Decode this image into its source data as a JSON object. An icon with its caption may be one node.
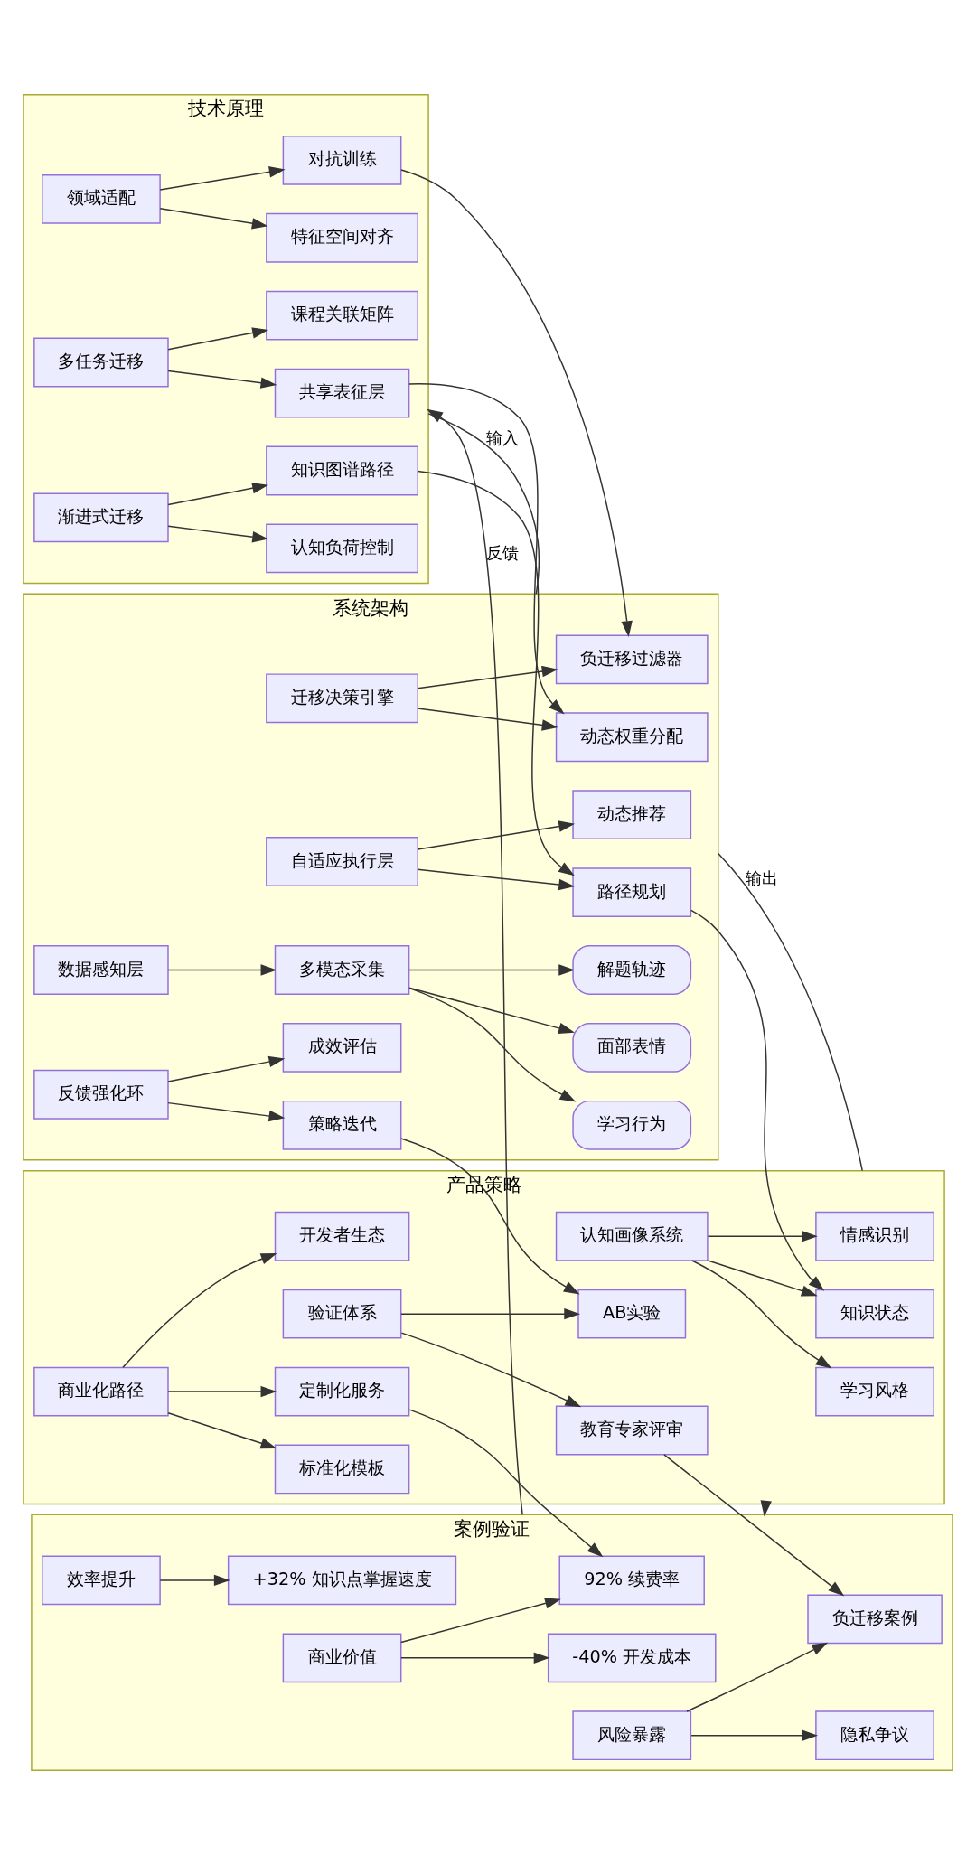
{
  "diagram": {
    "nodes": [
      {
        "text": [
          "技术原理"
        ]
      },
      {
        "text": [
          "多任务迁移"
        ],
        "in": 0
      },
      {
        "text": [
          "领域适配"
        ],
        "in": 0
      },
      {
        "text": [
          "渐进式迁移"
        ],
        "in": 0
      },
      {
        "text": [
          "特征空间对齐"
        ],
        "in": 0
      },
      {
        "text": [
          "共享表征层"
        ],
        "in": 0
      },
      {
        "text": [
          "课程关联矩阵"
        ],
        "in": 0
      },
      {
        "text": [
          "对抗训练"
        ],
        "in": 0
      },
      {
        "text": [
          "认知负荷控制"
        ],
        "in": 0
      },
      {
        "text": [
          "知识图谱路径"
        ],
        "in": 0
      },
      {
        "text": [
          "案例验证"
        ]
      },
      {
        "text": [
          "效率提升"
        ],
        "in": 10
      },
      {
        "text": [
          "商业价值"
        ],
        "in": 10
      },
      {
        "text": [
          "风险暴露"
        ],
        "in": 10
      },
      {
        "text": [
          "+32% 知识点掌握速度"
        ],
        "in": 10
      },
      {
        "text": [
          "-40% 开发成本"
        ],
        "in": 10
      },
      {
        "text": [
          "92% 续费率"
        ],
        "in": 10
      },
      {
        "text": [
          "负迁移案例"
        ],
        "in": 10
      },
      {
        "text": [
          "隐私争议"
        ],
        "in": 10
      },
      {
        "text": [
          "系统架构"
        ]
      },
      {
        "text": [
          "迁移决策引擎"
        ],
        "in": 19
      },
      {
        "text": [
          "数据感知层"
        ],
        "in": 19
      },
      {
        "text": [
          "自适应执行层"
        ],
        "in": 19
      },
      {
        "text": [
          "反馈强化环"
        ],
        "in": 19
      },
      {
        "text": [
          "多模态采集"
        ],
        "in": 19
      },
      {
        "text": [
          "动态权重分配"
        ],
        "in": 19
      },
      {
        "text": [
          "负迁移过滤器"
        ],
        "in": 19
      },
      {
        "text": [
          "动态推荐"
        ],
        "in": 19
      },
      {
        "text": [
          "路径规划"
        ],
        "in": 19
      },
      {
        "text": [
          "成效评估"
        ],
        "in": 19
      },
      {
        "text": [
          "策略迭代"
        ],
        "in": 19
      },
      {
        "text": [
          "学习行为"
        ],
        "in": 19
      },
      {
        "text": [
          "面部表情"
        ],
        "in": 19
      },
      {
        "text": [
          "解题轨迹"
        ],
        "in": 19
      },
      {
        "text": [
          "产品策略"
        ]
      },
      {
        "text": [
          "认知画像系统"
        ],
        "in": 34
      },
      {
        "text": [
          "商业化路径"
        ],
        "in": 34
      },
      {
        "text": [
          "验证体系"
        ],
        "in": 34
      },
      {
        "text": [
          "知识状态"
        ],
        "in": 34
      },
      {
        "text": [
          "学习风格"
        ],
        "in": 34
      },
      {
        "text": [
          "情感识别"
        ],
        "in": 34
      },
      {
        "text": [
          "标准化模板"
        ],
        "in": 34
      },
      {
        "text": [
          "定制化服务"
        ],
        "in": 34
      },
      {
        "text": [
          "开发者生态"
        ],
        "in": 34
      },
      {
        "text": [
          "AB实验"
        ],
        "in": 34
      },
      {
        "text": [
          "教育专家评审"
        ],
        "in": 34
      }
    ],
    "edges": [
      {
        "from": 1,
        "to": 5,
        "arrow": "to"
      },
      {
        "from": 1,
        "to": 6,
        "arrow": "to"
      },
      {
        "from": 2,
        "to": 4,
        "arrow": "to"
      },
      {
        "from": 2,
        "to": 7,
        "arrow": "to"
      },
      {
        "from": 3,
        "to": 8,
        "arrow": "to"
      },
      {
        "from": 3,
        "to": 9,
        "arrow": "to"
      },
      {
        "from": 11,
        "to": 14,
        "arrow": "to"
      },
      {
        "from": 12,
        "to": 15,
        "arrow": "to"
      },
      {
        "from": 12,
        "to": 16,
        "arrow": "to"
      },
      {
        "from": 13,
        "to": 17,
        "arrow": "to"
      },
      {
        "from": 13,
        "to": 18,
        "arrow": "to"
      },
      {
        "from": 20,
        "to": 25,
        "arrow": "to"
      },
      {
        "from": 20,
        "to": 26,
        "arrow": "to"
      },
      {
        "from": 21,
        "to": 24,
        "arrow": "to"
      },
      {
        "from": 24,
        "to": 31,
        "arrow": "to"
      },
      {
        "from": 24,
        "to": 32,
        "arrow": "to"
      },
      {
        "from": 24,
        "to": 33,
        "arrow": "to"
      },
      {
        "from": 22,
        "to": 27,
        "arrow": "to"
      },
      {
        "from": 22,
        "to": 28,
        "arrow": "to"
      },
      {
        "from": 23,
        "to": 29,
        "arrow": "to"
      },
      {
        "from": 23,
        "to": 30,
        "arrow": "to"
      },
      {
        "from": 35,
        "to": 38,
        "arrow": "to"
      },
      {
        "from": 35,
        "to": 39,
        "arrow": "to"
      },
      {
        "from": 35,
        "to": 40,
        "arrow": "to"
      },
      {
        "from": 36,
        "to": 41,
        "arrow": "to"
      },
      {
        "from": 36,
        "to": 42,
        "arrow": "to"
      },
      {
        "from": 36,
        "to": 43,
        "arrow": "to"
      },
      {
        "from": 37,
        "to": 44,
        "arrow": "to"
      },
      {
        "from": 37,
        "to": 45,
        "arrow": "to"
      },
      {
        "from": 5,
        "to": 25,
        "arrow": "to"
      },
      {
        "from": 7,
        "to": 26,
        "arrow": "to"
      },
      {
        "from": 9,
        "to": 28,
        "arrow": "to"
      },
      {
        "from": 28,
        "to": 38,
        "arrow": "to"
      },
      {
        "from": 30,
        "to": 44,
        "arrow": "to"
      },
      {
        "from": 42,
        "to": 16,
        "arrow": "to"
      },
      {
        "from": 45,
        "to": 17,
        "arrow": "to"
      },
      {
        "from": 0,
        "to": 19,
        "label": "输入",
        "arrow": "none"
      },
      {
        "from": 19,
        "to": 34,
        "label": "输出",
        "arrow": "none"
      },
      {
        "from": 34,
        "to": 10,
        "arrow": "to"
      },
      {
        "from": 10,
        "to": 0,
        "label": "反馈",
        "arrow": "to"
      }
    ]
  }
}
